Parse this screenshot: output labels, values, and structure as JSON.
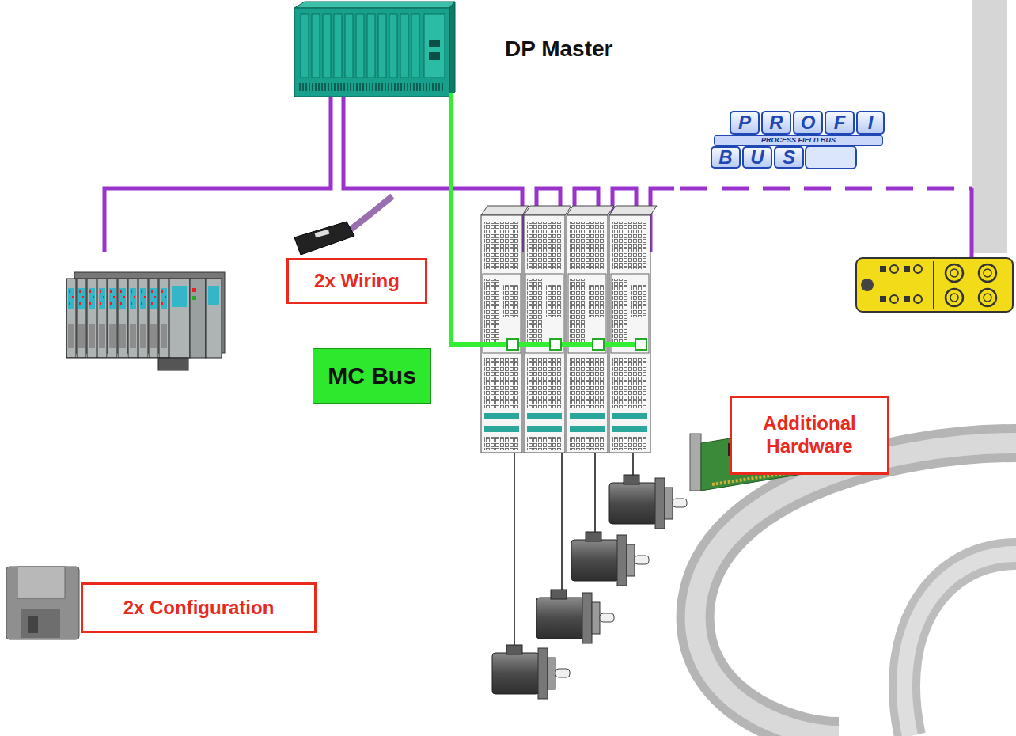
{
  "diagram": {
    "nodes": [
      {
        "text": [
          "P"
        ]
      },
      {
        "text": [
          "R"
        ]
      },
      {
        "text": [
          "O"
        ]
      },
      {
        "text": [
          "F"
        ]
      },
      {
        "text": [
          "I"
        ]
      },
      {
        "text": [
          "PROCESS FIELD BUS"
        ]
      },
      {
        "text": [
          "B"
        ]
      },
      {
        "text": [
          "U"
        ]
      },
      {
        "text": [
          "S"
        ]
      },
      {
        "text": [
          "2x Wiring"
        ]
      },
      {
        "text": [
          "MC Bus"
        ]
      },
      {
        "text": [
          "Additional Hardware"
        ]
      },
      {
        "text": [
          "2x Configuration"
        ]
      }
    ],
    "labels": [
      "DP Master"
    ]
  }
}
